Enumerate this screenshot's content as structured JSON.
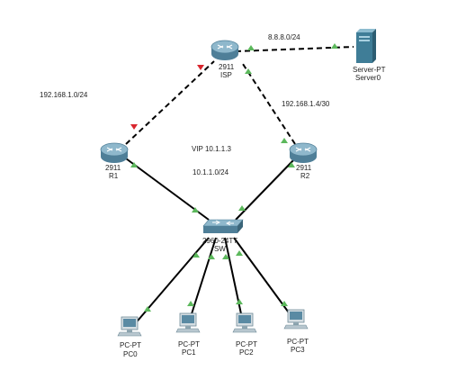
{
  "devices": {
    "isp": {
      "model": "2911",
      "name": "ISP"
    },
    "r1": {
      "model": "2911",
      "name": "R1"
    },
    "r2": {
      "model": "2911",
      "name": "R2"
    },
    "server": {
      "model": "Server-PT",
      "name": "Server0"
    },
    "switch": {
      "model": "2960-24TT",
      "name": "SW"
    },
    "pc0": {
      "model": "PC-PT",
      "name": "PC0"
    },
    "pc1": {
      "model": "PC-PT",
      "name": "PC1"
    },
    "pc2": {
      "model": "PC-PT",
      "name": "PC2"
    },
    "pc3": {
      "model": "PC-PT",
      "name": "PC3"
    }
  },
  "networks": {
    "isp_server": "8.8.8.0/24",
    "r1_isp": "192.168.1.0/24",
    "r2_isp": "192.168.1.4/30",
    "vip": "VIP 10.1.1.3",
    "lan": "10.1.1.0/24"
  },
  "colors": {
    "link_up": "#5cb85c",
    "link_down": "#d9262e",
    "router_body": "#6a9bb6",
    "server_body": "#3f7d97"
  }
}
